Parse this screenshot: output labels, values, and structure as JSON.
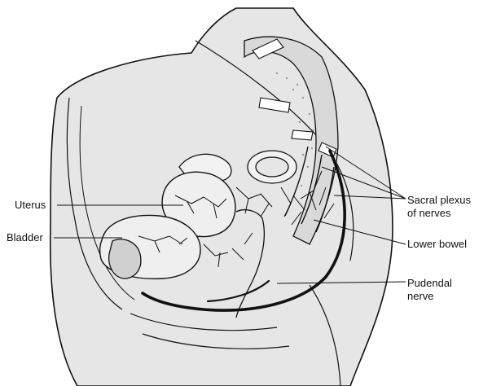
{
  "labels": {
    "uterus": "Uterus",
    "bladder": "Bladder",
    "sacral_plexus": {
      "line1": "Sacral plexus",
      "line2": "of nerves"
    },
    "lower_bowel": "Lower bowel",
    "pudendal_nerve": {
      "line1": "Pudendal",
      "line2": "nerve"
    }
  },
  "colors": {
    "ink": "#111111",
    "tissue": "#e6e6e6",
    "bone": "#d9d9d9",
    "background": "#ffffff"
  }
}
